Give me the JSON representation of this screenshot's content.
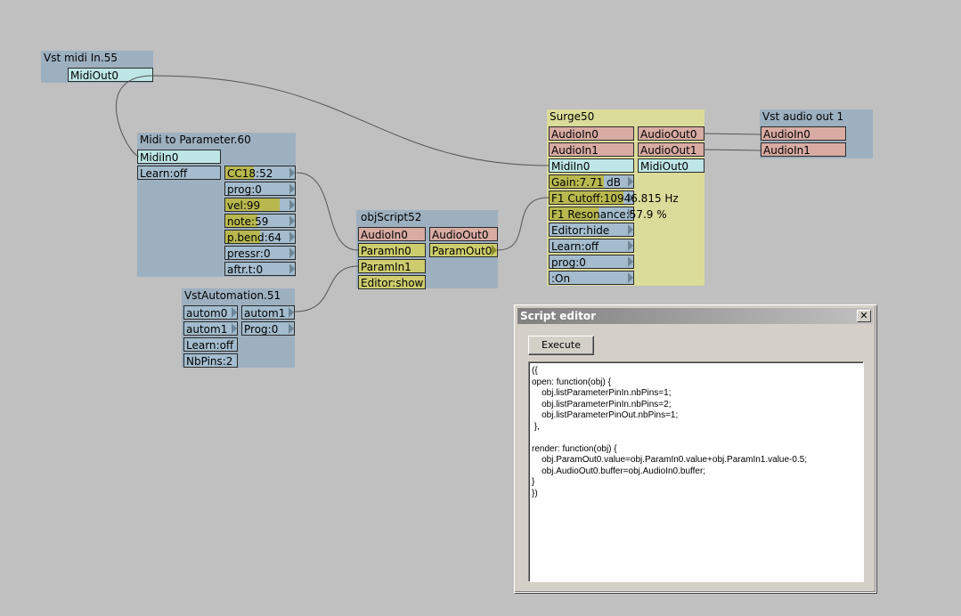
{
  "nodes": {
    "vst_midi_in": {
      "title": "Vst midi In.55",
      "pins": {
        "midi_out0": "MidiOut0"
      }
    },
    "midi_to_param": {
      "title": "Midi to Parameter.60",
      "inputs": {
        "midi_in0": "MidiIn0",
        "learn": "Learn:off"
      },
      "outputs": {
        "cc18": "CC18:52",
        "prog": "prog:0",
        "vel": "vel:99",
        "note": "note:59",
        "pbend": "p.bend:64",
        "pressr": "pressr:0",
        "aftrt": "aftr.t:0"
      }
    },
    "vst_automation": {
      "title": "VstAutomation.51",
      "inputs": {
        "autom0": "autom0",
        "autom1": "autom1",
        "learn": "Learn:off",
        "nbpins": "NbPins:2"
      },
      "outputs": {
        "autom1": "autom1",
        "prog": "Prog:0"
      }
    },
    "obj_script": {
      "title": "objScript52",
      "inputs": {
        "audio_in0": "AudioIn0",
        "param_in0": "ParamIn0",
        "param_in1": "ParamIn1",
        "editor": "Editor:show"
      },
      "outputs": {
        "audio_out0": "AudioOut0",
        "param_out0": "ParamOut0"
      }
    },
    "surge": {
      "title": "Surge50",
      "inputs": {
        "audio_in0": "AudioIn0",
        "audio_in1": "AudioIn1",
        "midi_in0": "MidiIn0",
        "gain": "Gain:7.71 dB",
        "f1_cutoff": "F1 Cutoff:10946.815 Hz",
        "f1_resonance": "F1 Resonance:57.9 %",
        "editor": "Editor:hide",
        "learn": "Learn:off",
        "prog": "prog:0",
        "on": ":On"
      },
      "outputs": {
        "audio_out0": "AudioOut0",
        "audio_out1": "AudioOut1",
        "midi_out0": "MidiOut0"
      }
    },
    "vst_audio_out": {
      "title": "Vst audio out 1",
      "inputs": {
        "audio_in0": "AudioIn0",
        "audio_in1": "AudioIn1"
      }
    }
  },
  "param_levels": {
    "cc18": 0.41,
    "vel": 0.78,
    "note": 0.46,
    "pbend": 0.5,
    "gain": 0.65,
    "f1_cutoff": 0.88,
    "f1_resonance": 0.58
  },
  "script_editor": {
    "title": "Script editor",
    "close_label": "✕",
    "execute_label": "Execute",
    "code": "({\nopen: function(obj) {\n    obj.listParameterPinIn.nbPins=1;\n    obj.listParameterPinIn.nbPins=2;\n    obj.listParameterPinOut.nbPins=1;\n },\n\nrender: function(obj) {\n    obj.ParamOut0.value=obj.ParamIn0.value+obj.ParamIn1.value-0.5;\n    obj.AudioOut0.buffer=obj.AudioIn0.buffer;\n}\n})"
  },
  "colors": {
    "background": "#c0c0c0",
    "node": "#9db0c0",
    "surge_node": "#dcdc9a",
    "audio_pin": "#d8aba3",
    "midi_pin": "#bfe6e6",
    "param_pin": "#a4bccd",
    "param_fill": "#b9b84e"
  }
}
